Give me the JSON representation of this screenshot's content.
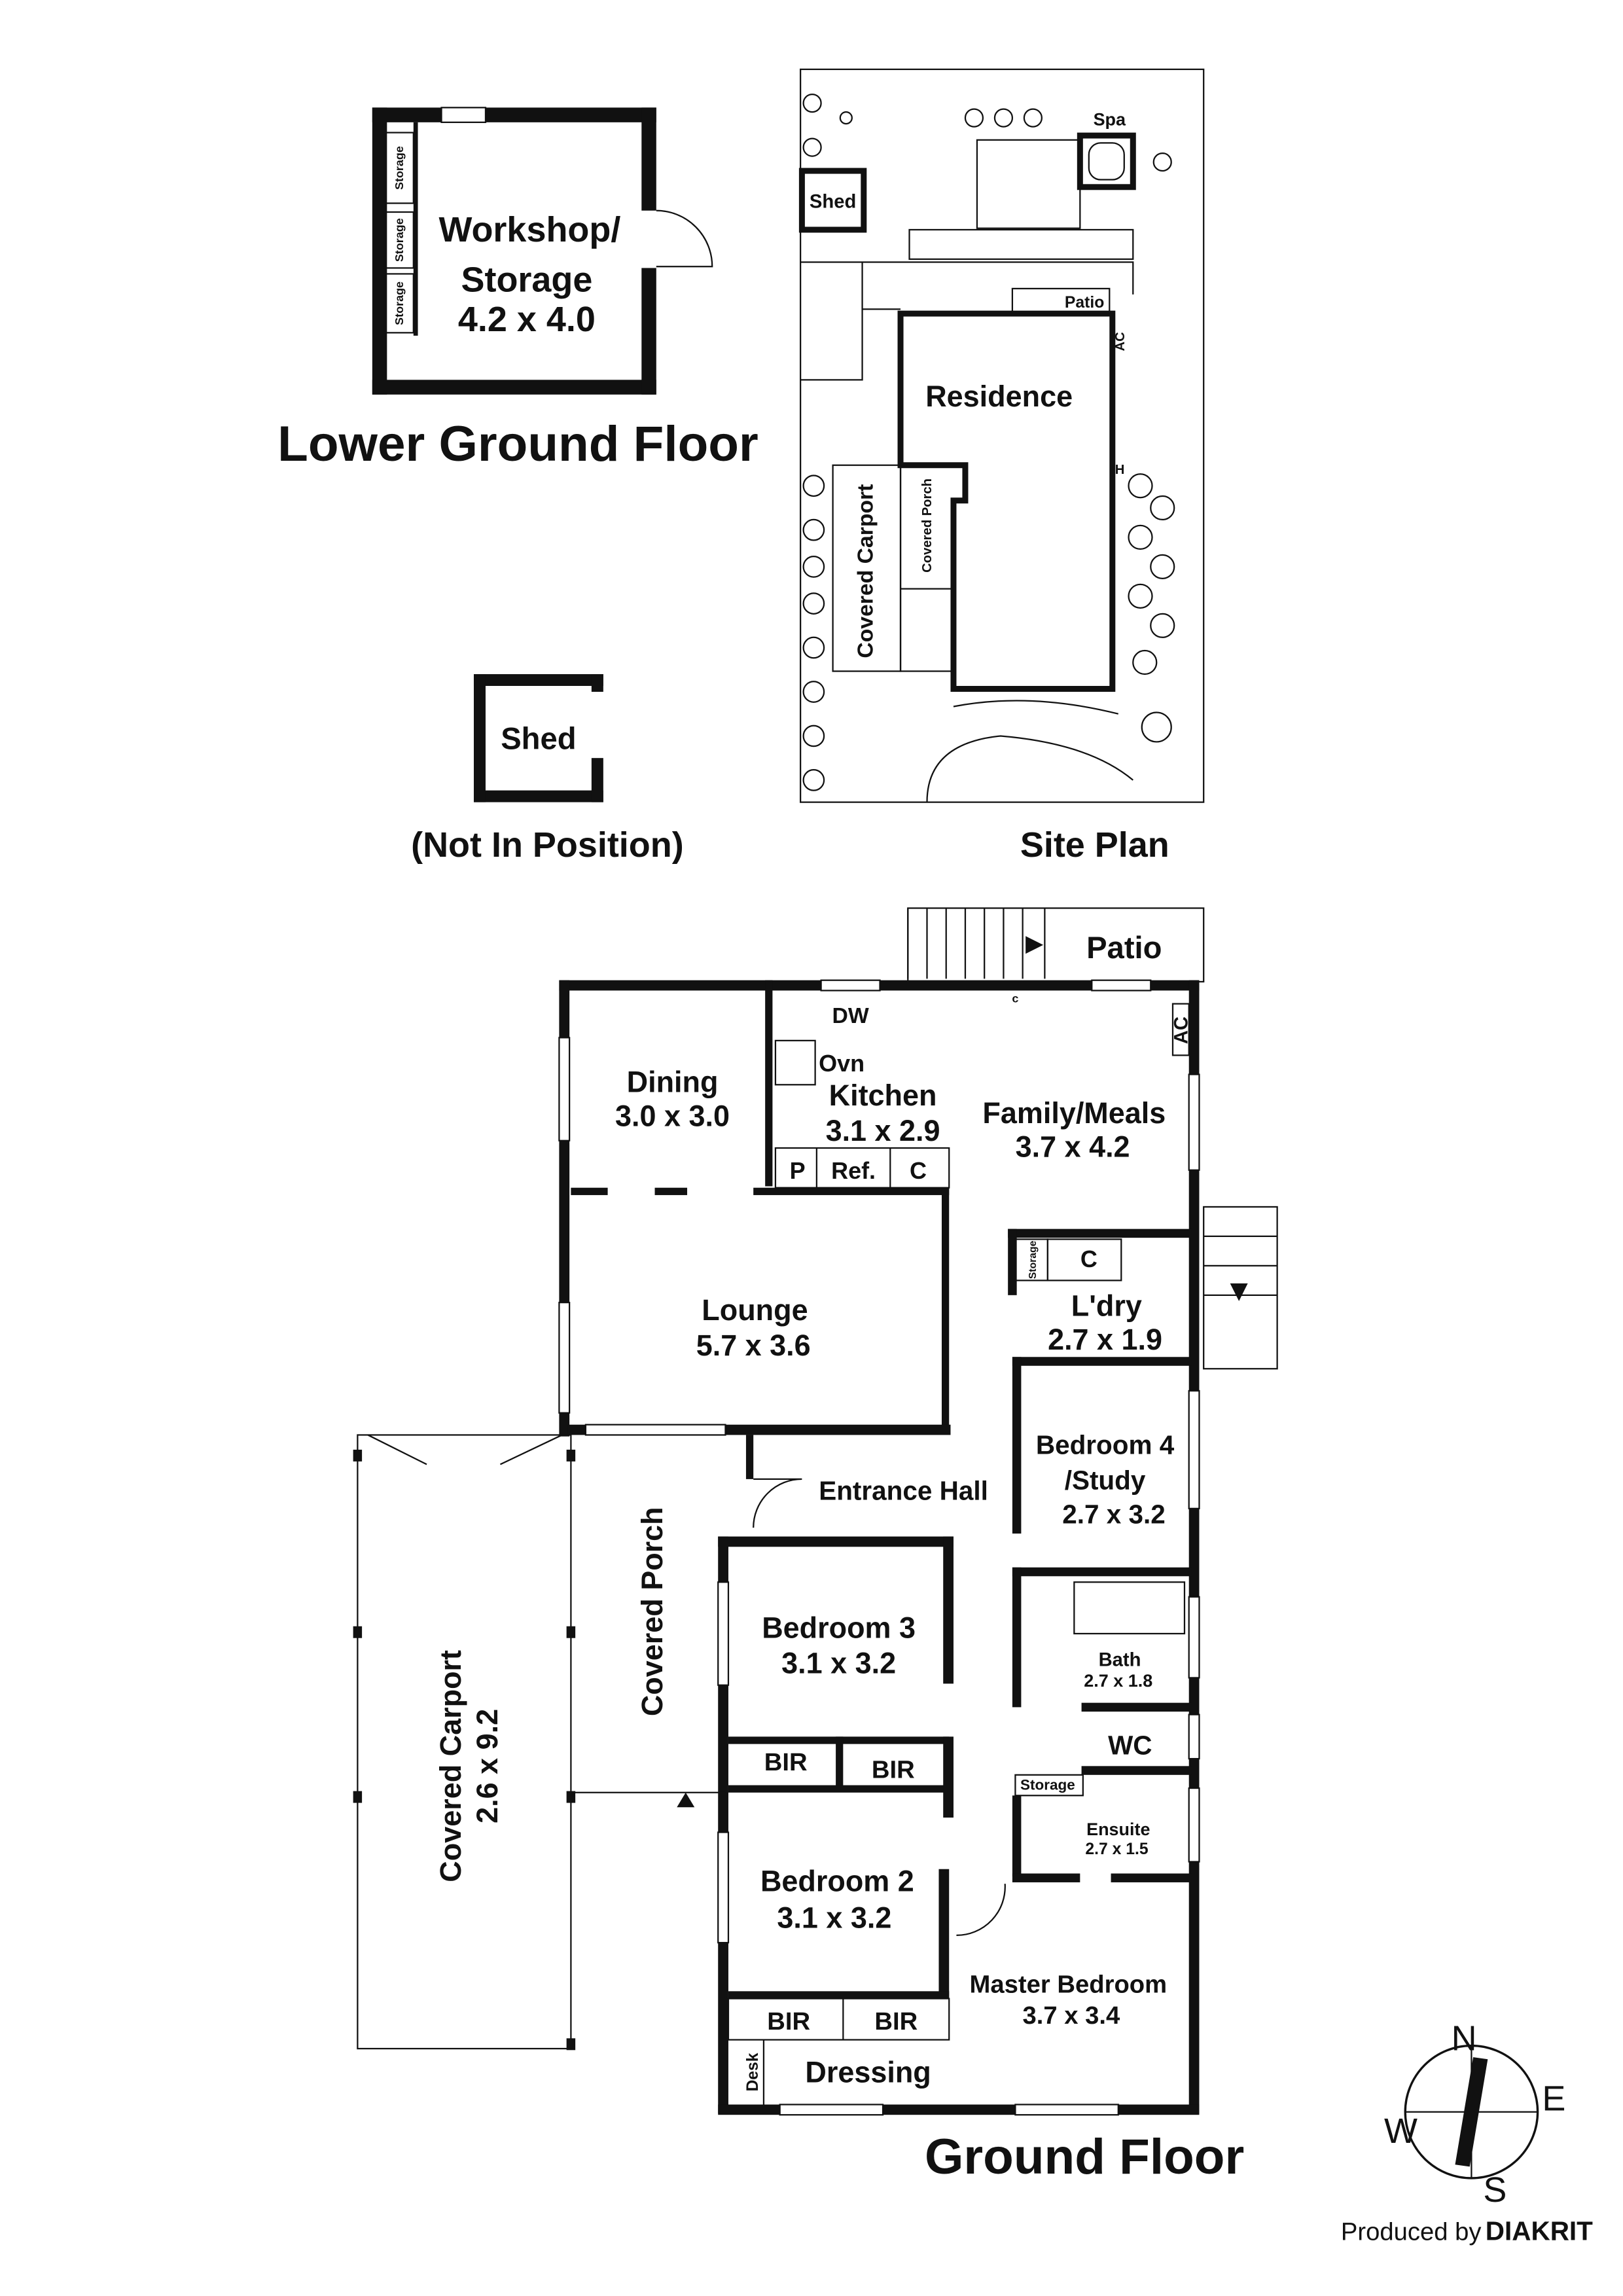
{
  "lower_ground": {
    "title": "Lower Ground Floor",
    "workshop_name": "Workshop/",
    "workshop_name2": "Storage",
    "workshop_dims": "4.2 x 4.0",
    "storage_labels": [
      "Storage",
      "Storage",
      "Storage"
    ]
  },
  "shed": {
    "label": "Shed",
    "caption": "(Not In Position)"
  },
  "site_plan": {
    "title": "Site Plan",
    "residence": "Residence",
    "spa": "Spa",
    "shed": "Shed",
    "patio": "Patio",
    "ac": "AC",
    "h": "H",
    "covered_carport": "Covered Carport",
    "covered_porch": "Covered Porch"
  },
  "ground_floor": {
    "title": "Ground Floor",
    "rooms": {
      "patio": "Patio",
      "dining": "Dining",
      "dining_dims": "3.0 x 3.0",
      "kitchen": "Kitchen",
      "kitchen_dims": "3.1 x 2.9",
      "family": "Family/Meals",
      "family_dims": "3.7 x 4.2",
      "lounge": "Lounge",
      "lounge_dims": "5.7 x 3.6",
      "laundry": "L'dry",
      "laundry_dims": "2.7 x 1.9",
      "bed4": "Bedroom 4",
      "bed4b": "/Study",
      "bed4_dims": "2.7 x 3.2",
      "entrance": "Entrance Hall",
      "porch": "Covered Porch",
      "carport": "Covered Carport",
      "carport_dims": "2.6 x 9.2",
      "bed3": "Bedroom 3",
      "bed3_dims": "3.1 x 3.2",
      "bath": "Bath",
      "bath_dims": "2.7 x 1.8",
      "wc": "WC",
      "ensuite": "Ensuite",
      "ensuite_dims": "2.7 x 1.5",
      "bed2": "Bedroom 2",
      "bed2_dims": "3.1 x 3.2",
      "master": "Master Bedroom",
      "master_dims": "3.7 x 3.4",
      "dressing": "Dressing",
      "desk": "Desk"
    },
    "fixtures": {
      "dw": "DW",
      "ovn": "Ovn",
      "p": "P",
      "ref": "Ref.",
      "c": "C",
      "c_laundry": "C",
      "c_small": "c",
      "ac": "AC",
      "storage_laundry": "Storage",
      "storage_ensuite": "Storage",
      "bir_bed3a": "BIR",
      "bir_bed3b": "BIR",
      "bir_bed2a": "BIR",
      "bir_bed2b": "BIR"
    }
  },
  "compass": {
    "n": "N",
    "e": "E",
    "s": "S",
    "w": "W"
  },
  "credit": {
    "prefix": "Produced by",
    "brand": "DIAKRIT"
  }
}
